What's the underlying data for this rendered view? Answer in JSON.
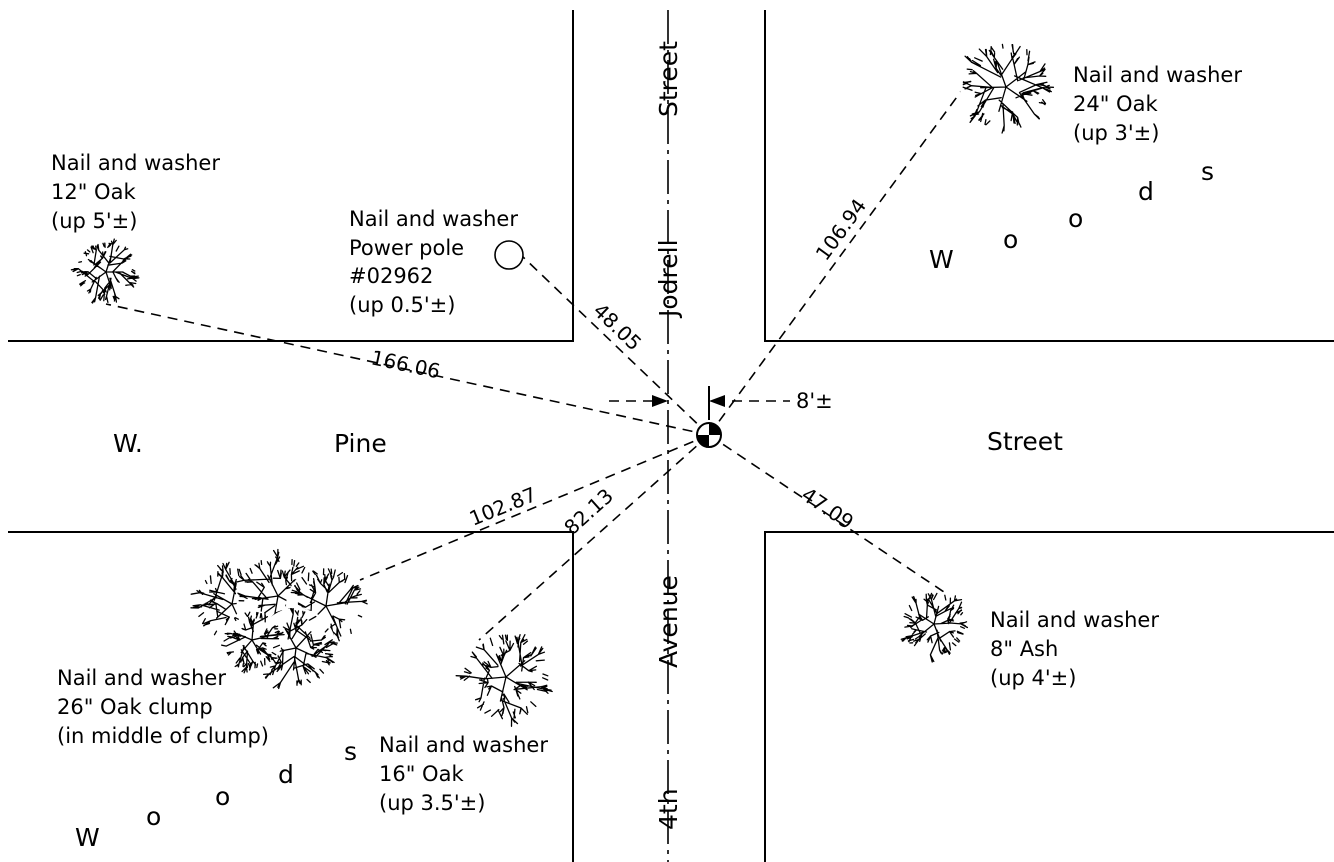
{
  "streets": {
    "ew_west_1": "W.",
    "ew_west_2": "Pine",
    "ew_east": "Street",
    "ns_north_1": "Street",
    "ns_north_2": "Jodrell",
    "ns_south_1": "Avenue",
    "ns_south_2": "4th"
  },
  "woods_letters": {
    "north": [
      "W",
      "o",
      "o",
      "d",
      "s"
    ],
    "south": [
      "W",
      "o",
      "o",
      "d",
      "s"
    ]
  },
  "offset_label": "8'±",
  "distances": {
    "oak12": "166.06",
    "pole": "48.05",
    "oak24": "106.94",
    "clump": "102.87",
    "oak16": "82.13",
    "ash": "47.09"
  },
  "references": {
    "oak12": [
      "Nail and washer",
      "12\" Oak",
      "(up 5'±)"
    ],
    "pole": [
      "Nail and washer",
      "Power pole",
      "#02962",
      "(up 0.5'±)"
    ],
    "oak24": [
      "Nail and washer",
      "24\" Oak",
      "(up 3'±)"
    ],
    "ash": [
      "Nail and washer",
      "8\" Ash",
      "(up 4'±)"
    ],
    "clump": [
      "Nail and washer",
      "26\" Oak clump",
      "(in middle of clump)"
    ],
    "oak16": [
      "Nail and washer",
      "16\" Oak",
      "(up 3.5'±)"
    ]
  }
}
